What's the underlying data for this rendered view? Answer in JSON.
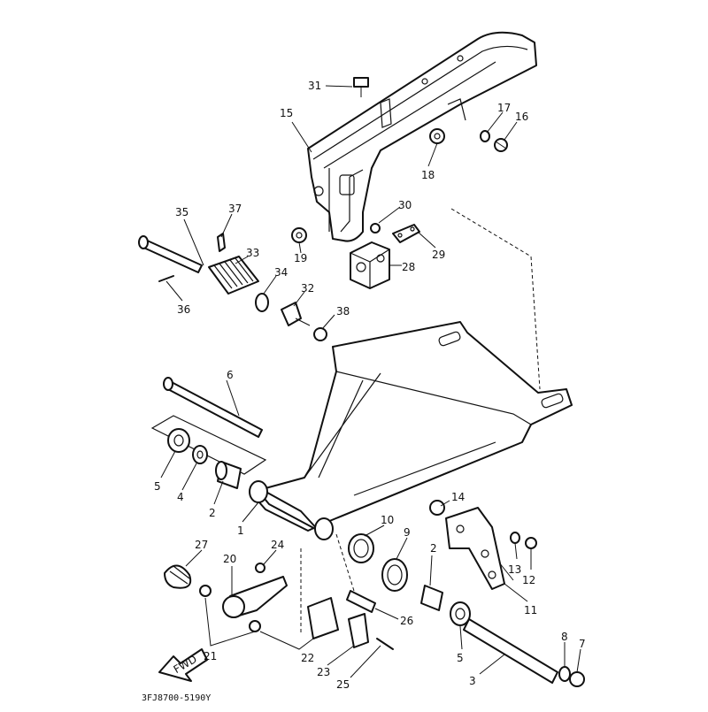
{
  "diagram": {
    "drawing_code": "3FJ8700-5190Y",
    "fwd_label": "FWD",
    "callouts": [
      {
        "id": "c1",
        "label": "1"
      },
      {
        "id": "c2a",
        "label": "2"
      },
      {
        "id": "c2b",
        "label": "2"
      },
      {
        "id": "c3",
        "label": "3"
      },
      {
        "id": "c4",
        "label": "4"
      },
      {
        "id": "c5a",
        "label": "5"
      },
      {
        "id": "c5b",
        "label": "5"
      },
      {
        "id": "c6",
        "label": "6"
      },
      {
        "id": "c7",
        "label": "7"
      },
      {
        "id": "c8",
        "label": "8"
      },
      {
        "id": "c9",
        "label": "9"
      },
      {
        "id": "c10",
        "label": "10"
      },
      {
        "id": "c11",
        "label": "11"
      },
      {
        "id": "c12",
        "label": "12"
      },
      {
        "id": "c13",
        "label": "13"
      },
      {
        "id": "c14",
        "label": "14"
      },
      {
        "id": "c15",
        "label": "15"
      },
      {
        "id": "c16",
        "label": "16"
      },
      {
        "id": "c17",
        "label": "17"
      },
      {
        "id": "c18",
        "label": "18"
      },
      {
        "id": "c19",
        "label": "19"
      },
      {
        "id": "c20",
        "label": "20"
      },
      {
        "id": "c21",
        "label": "21"
      },
      {
        "id": "c22",
        "label": "22"
      },
      {
        "id": "c23",
        "label": "23"
      },
      {
        "id": "c24",
        "label": "24"
      },
      {
        "id": "c25",
        "label": "25"
      },
      {
        "id": "c26",
        "label": "26"
      },
      {
        "id": "c27",
        "label": "27"
      },
      {
        "id": "c28",
        "label": "28"
      },
      {
        "id": "c29",
        "label": "29"
      },
      {
        "id": "c30",
        "label": "30"
      },
      {
        "id": "c31",
        "label": "31"
      },
      {
        "id": "c32",
        "label": "32"
      },
      {
        "id": "c33",
        "label": "33"
      },
      {
        "id": "c34",
        "label": "34"
      },
      {
        "id": "c35",
        "label": "35"
      },
      {
        "id": "c36",
        "label": "36"
      },
      {
        "id": "c37",
        "label": "37"
      },
      {
        "id": "c38",
        "label": "38"
      }
    ]
  }
}
